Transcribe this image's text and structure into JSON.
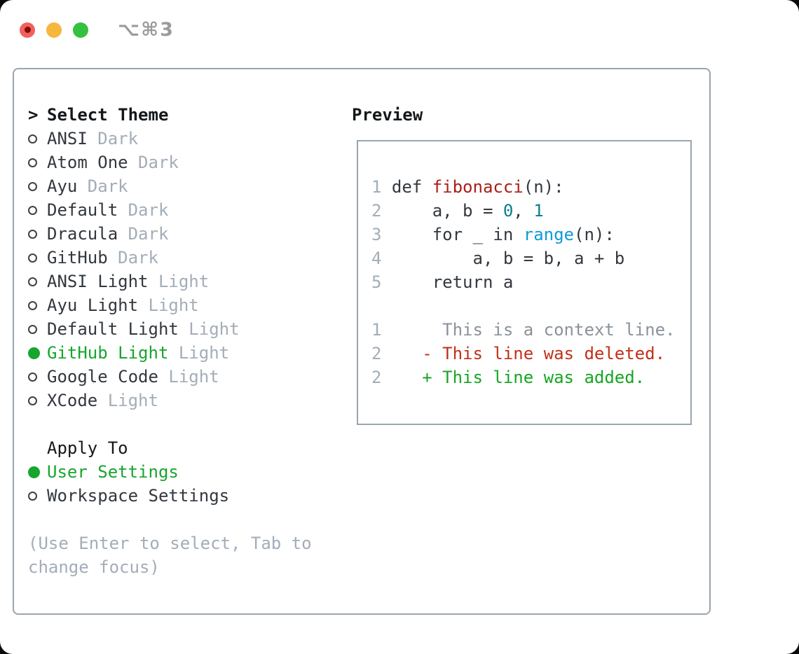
{
  "window": {
    "title": "⌥⌘3",
    "traffic_lights": [
      {
        "name": "close-button",
        "color": "#f2615b",
        "dot": "#7d0d05"
      },
      {
        "name": "minimize-button",
        "color": "#f5b73d",
        "dot": null
      },
      {
        "name": "zoom-button",
        "color": "#35c13f",
        "dot": null
      }
    ]
  },
  "theme_picker": {
    "header": {
      "marker": ">",
      "label": "Select Theme"
    },
    "themes": [
      {
        "name": "ANSI",
        "tag": "Dark",
        "selected": false
      },
      {
        "name": "Atom One",
        "tag": "Dark",
        "selected": false
      },
      {
        "name": "Ayu",
        "tag": "Dark",
        "selected": false
      },
      {
        "name": "Default",
        "tag": "Dark",
        "selected": false
      },
      {
        "name": "Dracula",
        "tag": "Dark",
        "selected": false
      },
      {
        "name": "GitHub",
        "tag": "Dark",
        "selected": false
      },
      {
        "name": "ANSI Light",
        "tag": "Light",
        "selected": false
      },
      {
        "name": "Ayu Light",
        "tag": "Light",
        "selected": false
      },
      {
        "name": "Default Light",
        "tag": "Light",
        "selected": false
      },
      {
        "name": "GitHub Light",
        "tag": "Light",
        "selected": true
      },
      {
        "name": "Google Code",
        "tag": "Light",
        "selected": false
      },
      {
        "name": "XCode",
        "tag": "Light",
        "selected": false
      }
    ],
    "apply_to": {
      "label": "Apply To",
      "options": [
        {
          "name": "User Settings",
          "selected": true
        },
        {
          "name": "Workspace Settings",
          "selected": false
        }
      ]
    },
    "help": [
      "(Use Enter to select, Tab to",
      "change focus)"
    ]
  },
  "preview": {
    "label": "Preview",
    "lines": [
      {
        "num": "1",
        "segments": [
          [
            " def ",
            "fg"
          ],
          [
            "fibonacci",
            "func"
          ],
          [
            "(n):",
            "fg"
          ]
        ]
      },
      {
        "num": "2",
        "segments": [
          [
            "     a, b = ",
            "fg"
          ],
          [
            "0",
            "numlit"
          ],
          [
            ", ",
            "fg"
          ],
          [
            "1",
            "numlit"
          ]
        ]
      },
      {
        "num": "3",
        "segments": [
          [
            "     for _ in ",
            "fg"
          ],
          [
            "range",
            "call"
          ],
          [
            "(n):",
            "fg"
          ]
        ]
      },
      {
        "num": "4",
        "segments": [
          [
            "         a, b = b, a + b",
            "fg"
          ]
        ]
      },
      {
        "num": "5",
        "segments": [
          [
            "     return a",
            "fg"
          ]
        ]
      },
      {
        "num": "",
        "segments": []
      },
      {
        "num": "1",
        "segments": [
          [
            "      This is a context line.",
            "ctx"
          ]
        ]
      },
      {
        "num": "2",
        "segments": [
          [
            "    - This line was deleted.",
            "del"
          ]
        ]
      },
      {
        "num": "2",
        "segments": [
          [
            "    + This line was added.",
            "add"
          ]
        ]
      }
    ]
  },
  "colors": {
    "ink": "#15181b",
    "fg": "#33383e",
    "muted": "#a3adb8",
    "green": "#17a52e",
    "radio": "#3c4247",
    "border": "#9aa5ae",
    "title": "#9b9b9b",
    "func": "#a82018",
    "numlit": "#0c7f87",
    "call": "#0d9bd8",
    "ctx": "#8b9299",
    "del": "#c13018",
    "add": "#15a623"
  }
}
